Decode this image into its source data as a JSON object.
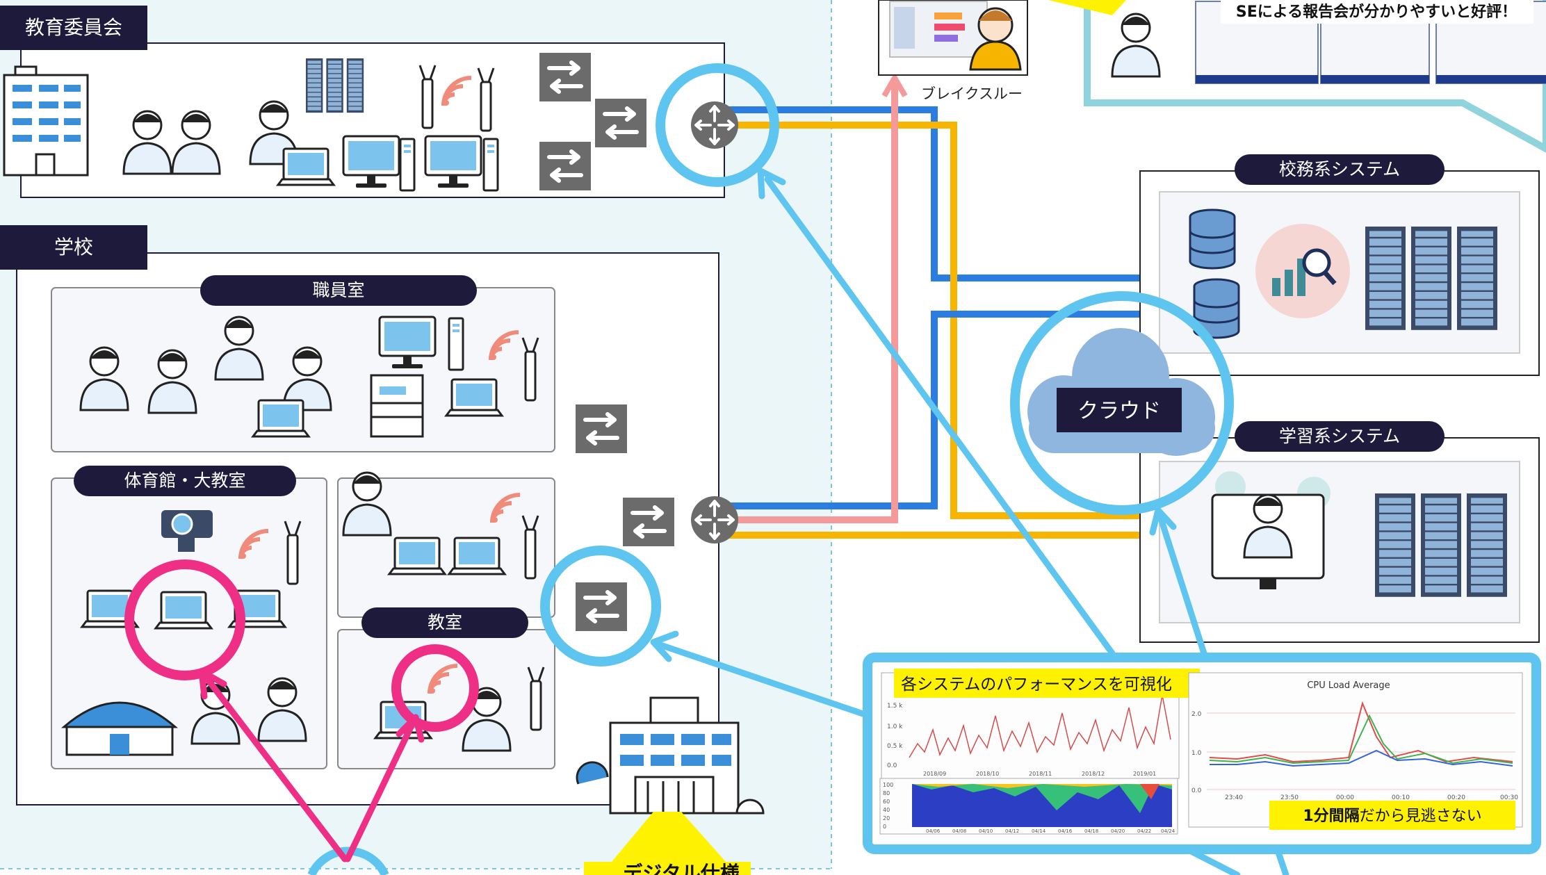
{
  "colors": {
    "bg_panel": "#eaf6f7",
    "navy": "#1d1a3c",
    "blue_line": "#2b7de1",
    "orange_line": "#f7b500",
    "pink_line": "#f59a9a",
    "cyan": "#5ec4f0",
    "magenta": "#ef2e86",
    "switch_gray": "#6b6b6b",
    "highlight_yellow": "#fff200"
  },
  "labels": {
    "board": "教育委員会",
    "school": "学校",
    "staff_room": "職員室",
    "gym": "体育館・大教室",
    "classroom": "教室",
    "school_affairs": "校務系システム",
    "learning_system": "学習系システム",
    "cloud": "クラウド",
    "breakthrough": "ブレイクスルー",
    "report_praise": "SEによる報告会が分かりやすいと好評！",
    "digital": "デジタル仕様"
  },
  "monitor": {
    "banner": "各システムのパフォーマンスを可視化",
    "cpu_title": "CPU Load Average",
    "interval_bold": "1分間隔",
    "interval_rest": "だから見逃さない",
    "traffic_y_ticks": [
      "1.5 k",
      "1.0 k",
      "0.5 k",
      "0.0"
    ],
    "traffic_x_ticks": [
      "2018/09",
      "2018/10",
      "2018/11",
      "2018/12",
      "2019/01"
    ],
    "usage_y_ticks": [
      "100",
      "80",
      "60",
      "40",
      "20",
      "0"
    ],
    "usage_x_ticks": [
      "04/06",
      "04/08",
      "04/10",
      "04/12",
      "04/14",
      "04/16",
      "04/18",
      "04/20",
      "04/22",
      "04/24"
    ],
    "cpu_y_ticks": [
      "2.0",
      "1.0",
      "0.0"
    ],
    "cpu_x_ticks": [
      "23:40",
      "23:50",
      "00:00",
      "00:10",
      "00:20",
      "00:30"
    ]
  }
}
